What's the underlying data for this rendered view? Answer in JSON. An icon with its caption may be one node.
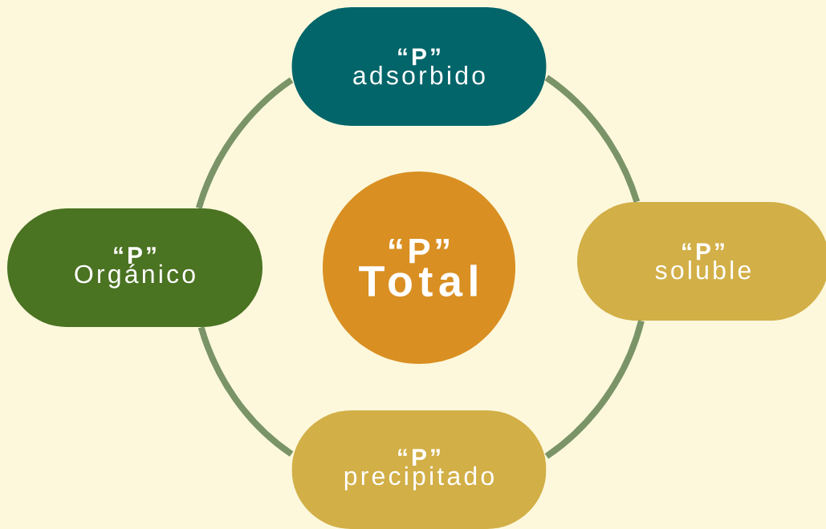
{
  "diagram": {
    "nodes": [
      {
        "text": [
          "“P”",
          "adsorbido"
        ]
      },
      {
        "text": [
          "“P”",
          "Orgánico"
        ]
      },
      {
        "text": [
          "“P”",
          "Total"
        ]
      },
      {
        "text": [
          "“P”",
          "soluble"
        ]
      },
      {
        "text": [
          "“P”",
          "precipitado"
        ]
      }
    ],
    "edges": [
      {
        "from": 0,
        "to": 3,
        "arrow": "none"
      },
      {
        "from": 3,
        "to": 4,
        "arrow": "none"
      },
      {
        "from": 4,
        "to": 1,
        "arrow": "none"
      },
      {
        "from": 1,
        "to": 0,
        "arrow": "none"
      }
    ]
  }
}
